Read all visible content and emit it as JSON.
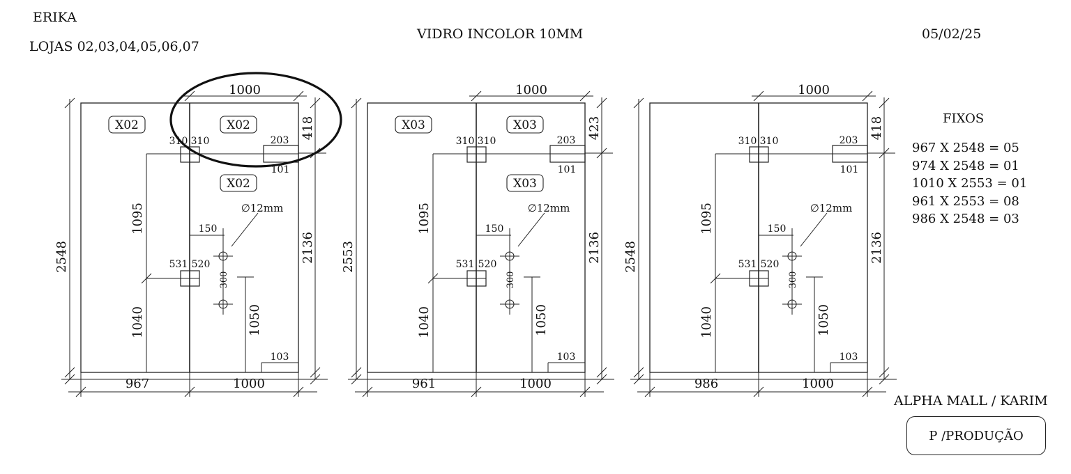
{
  "header": {
    "client": "ERIKA",
    "stores": "LOJAS  02,03,04,05,06,07",
    "material": "VIDRO INCOLOR 10MM",
    "date": "05/02/25"
  },
  "panels": [
    {
      "total_height": "2548",
      "top_width": "1000",
      "top_right_dim": "418",
      "right_height": "2136",
      "bottom_left_width": "967",
      "bottom_right_width": "1000",
      "tag": "X02",
      "tag_count": 3,
      "hinge_top_left": "310",
      "hinge_top_right": "310",
      "hinge_mid_left": "531",
      "hinge_mid_right": "520",
      "notch_top": "203",
      "notch_bottom": "101",
      "notch_corner": "103",
      "height_upper": "1095",
      "height_lower": "1040",
      "handle_offset": "150",
      "handle_spacing": "300",
      "handle_height": "1050",
      "hole": "∅12mm"
    },
    {
      "total_height": "2553",
      "top_width": "1000",
      "top_right_dim": "423",
      "right_height": "2136",
      "bottom_left_width": "961",
      "bottom_right_width": "1000",
      "tag": "X03",
      "tag_count": 3,
      "hinge_top_left": "310",
      "hinge_top_right": "310",
      "hinge_mid_left": "531",
      "hinge_mid_right": "520",
      "notch_top": "203",
      "notch_bottom": "101",
      "notch_corner": "103",
      "height_upper": "1095",
      "height_lower": "1040",
      "handle_offset": "150",
      "handle_spacing": "300",
      "handle_height": "1050",
      "hole": "∅12mm"
    },
    {
      "total_height": "2548",
      "top_width": "1000",
      "top_right_dim": "418",
      "right_height": "2136",
      "bottom_left_width": "986",
      "bottom_right_width": "1000",
      "tag": "",
      "tag_count": 0,
      "hinge_top_left": "310",
      "hinge_top_right": "310",
      "hinge_mid_left": "531",
      "hinge_mid_right": "520",
      "notch_top": "203",
      "notch_bottom": "101",
      "notch_corner": "103",
      "height_upper": "1095",
      "height_lower": "1040",
      "handle_offset": "150",
      "handle_spacing": "300",
      "handle_height": "1050",
      "hole": "∅12mm"
    }
  ],
  "fixos": {
    "title": "FIXOS",
    "items": [
      "967 X 2548 = 05",
      "974 X 2548 = 01",
      "1010 X 2553 = 01",
      "961 X 2553 = 08",
      "986 X 2548 = 03"
    ]
  },
  "footer": {
    "client": "ALPHA MALL / KARIM",
    "stamp": "P /PRODUÇÃO"
  },
  "colors": {
    "ink": "#111111",
    "background": "#ffffff"
  }
}
